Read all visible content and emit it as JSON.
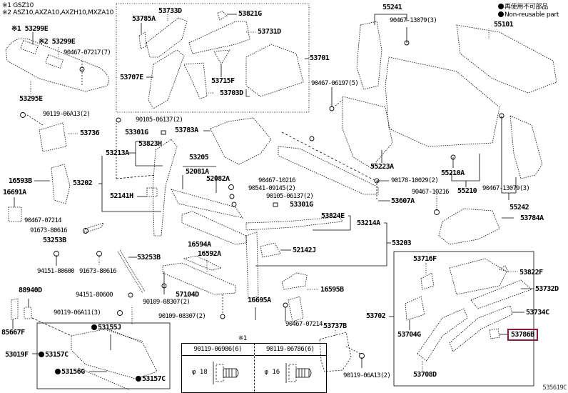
{
  "footnotes": {
    "note1": "※1 GSZ10",
    "note2": "※2 ASZ10,AXZA10,AXZH10,MXZA10"
  },
  "legend": {
    "jp_text": "再使用不可部品",
    "en_text": "Non-reusable part"
  },
  "table_marker": "※1",
  "reference_code": "535619C",
  "highlighted_part": "53786B",
  "highlight_color": "#8b1a3a",
  "labels": {
    "p53299E_1": "※1 53299E",
    "p53299E_2": "※2 53299E",
    "p90467_07217": "90467-07217(7)",
    "p53295E": "53295E",
    "p90119_06A13_2a": "90119-06A13(2)",
    "p53736": "53736",
    "p53785A": "53785A",
    "p53733D": "53733D",
    "p53821G": "53821G",
    "p53731D": "53731D",
    "p53707E": "53707E",
    "p53715F": "53715F",
    "p53703D": "53703D",
    "p53701": "53701",
    "p55241": "55241",
    "p90467_13079_a": "90467-13079(3)",
    "p55101": "55101",
    "p90467_06197": "90467-06197(5)",
    "p90105_06137_a": "90105-06137(2)",
    "p53301G_a": "53301G",
    "p53783A": "53783A",
    "p53823H": "53823H",
    "p53213A": "53213A",
    "p53205": "53205",
    "p52081A": "52081A",
    "p52082A": "52082A",
    "p53202": "53202",
    "p16593B": "16593B",
    "p16691A": "16691A",
    "p52141H": "52141H",
    "p90467_10216_a": "90467-10216",
    "p90541_09145": "90541-09145(2)",
    "p90105_06137_b": "90105-06137(2)",
    "p53301G_b": "53301G",
    "p55223A": "55223A",
    "p90178_10029": "90178-10029(2)",
    "p53607A": "53607A",
    "p55210A": "55210A",
    "p55210": "55210",
    "p90467_10216_b": "90467-10216",
    "p90467_13079_b": "90467-13079(3)",
    "p55242": "55242",
    "p53784A": "53784A",
    "p90467_07214_a": "90467-07214",
    "p91673_80616_a": "91673-80616",
    "p53253B_a": "53253B",
    "p16594A": "16594A",
    "p53824E": "53824E",
    "p53214A": "53214A",
    "p53203": "53203",
    "p52142J": "52142J",
    "p94151_80600_a": "94151-80600",
    "p91673_80616_b": "91673-80616",
    "p53253B_b": "53253B",
    "p16592A": "16592A",
    "p57104D": "57104D",
    "p90109_08307_a": "90109-08307(2)",
    "p90109_08307_b": "90109-08307(2)",
    "p88940D": "88940D",
    "p94151_80600_b": "94151-80600",
    "p90119_06A11": "90119-06A11(3)",
    "p85667F": "85667F",
    "p53155J": "53155J",
    "p53019F": "53019F",
    "p53157C_a": "53157C",
    "p53156G": "53156G",
    "p53157C_b": "53157C",
    "p16695A": "16695A",
    "p16595B": "16595B",
    "p90467_07214_b": "90467-07214",
    "p53737B": "53737B",
    "p90119_06A13_2b": "90119-06A13(2)",
    "p53702": "53702",
    "p53716F": "53716F",
    "p53822F": "53822F",
    "p53732D": "53732D",
    "p53734C": "53734C",
    "p53704G": "53704G",
    "p53786B": "53786B",
    "p53708D": "53708D"
  },
  "clip_table": [
    {
      "part": "90119-06986(6)",
      "diameter": "φ 18"
    },
    {
      "part": "90119-06786(6)",
      "diameter": "φ 16"
    }
  ]
}
